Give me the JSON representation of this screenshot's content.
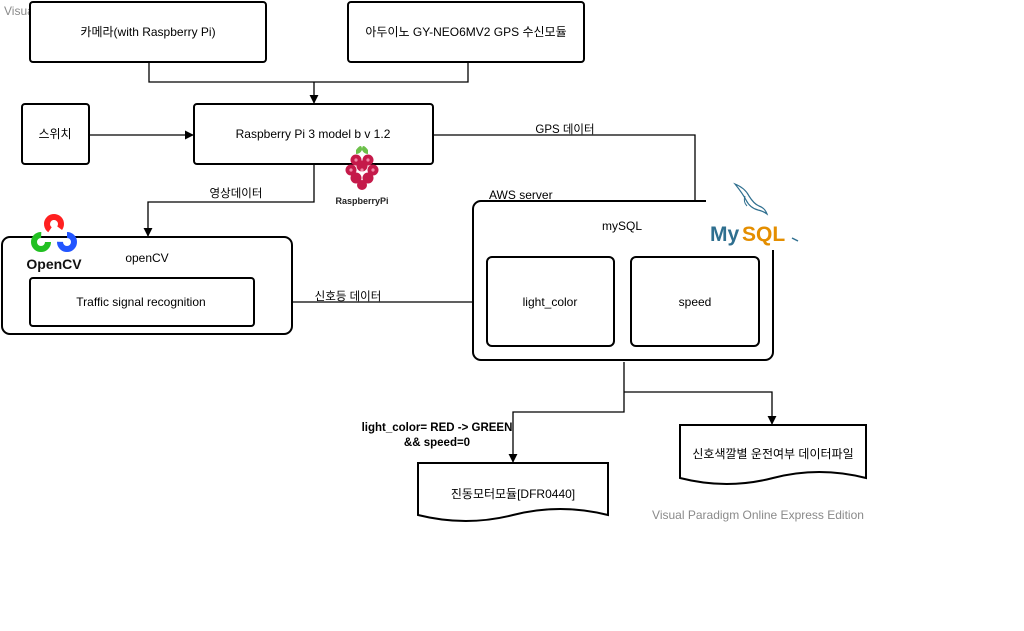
{
  "watermark": "Visual Paradigm Online Express Edition",
  "nodes": {
    "camera": "카메라(with Raspberry Pi)",
    "gps_module": "아두이노 GY-NEO6MV2 GPS 수신모듈",
    "switch": "스위치",
    "raspberry_pi": "Raspberry Pi 3 model b v 1.2",
    "opencv_group": "openCV",
    "traffic_recognition": "Traffic signal recognition",
    "aws_server": "AWS server",
    "mysql": "mySQL",
    "light_color": "light_color",
    "speed": "speed",
    "vibration_motor": "진동모터모듈[DFR0440]",
    "data_file": "신호색깔별 운전여부 데이터파일"
  },
  "edges": {
    "gps_data": "GPS 데이터",
    "video_data": "영상데이터",
    "signal_data": "신호등 데이터",
    "condition_line1": "light_color= RED -> GREEN",
    "condition_line2": "&& speed=0"
  },
  "logos": {
    "raspberry_text": "RaspberryPi",
    "opencv_text": "OpenCV",
    "mysql_text_my": "My",
    "mysql_text_sql": "SQL",
    "mysql_colors": {
      "my": "#2f6f8f",
      "sql": "#e48e00"
    },
    "raspberry_colors": {
      "berry": "#c51a4a",
      "leaf": "#6cc04a"
    },
    "opencv_colors": {
      "red": "#ff2020",
      "green": "#22c022",
      "blue": "#2255ff"
    }
  }
}
